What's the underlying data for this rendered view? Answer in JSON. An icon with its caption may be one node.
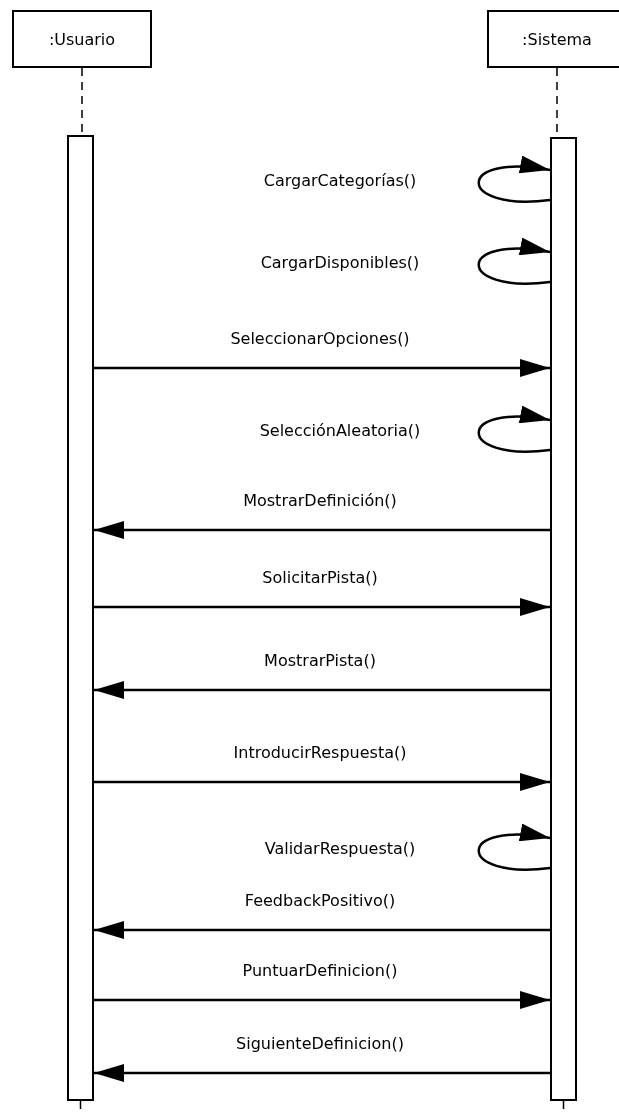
{
  "diagram": {
    "nodes": [
      {
        "text": [
          ":Usuario"
        ]
      },
      {
        "text": [
          ":Sistema"
        ]
      },
      {
        "text": [],
        "shape": "bar"
      },
      {
        "text": [],
        "shape": "bar"
      }
    ],
    "edges": [
      {
        "from": 0,
        "to": 2,
        "arrow": "none",
        "style": "dashed"
      },
      {
        "from": 1,
        "to": 3,
        "arrow": "none",
        "style": "dashed"
      },
      {
        "from": 3,
        "to": 3,
        "arrow": "to",
        "label": "CargarCategorías()"
      },
      {
        "from": 3,
        "to": 3,
        "arrow": "to",
        "label": "CargarDisponibles()"
      },
      {
        "from": 2,
        "to": 3,
        "arrow": "to",
        "label": "SeleccionarOpciones()"
      },
      {
        "from": 3,
        "to": 3,
        "arrow": "to",
        "label": "SelecciónAleatoria()"
      },
      {
        "from": 3,
        "to": 2,
        "arrow": "to",
        "label": "MostrarDefinición()"
      },
      {
        "from": 2,
        "to": 3,
        "arrow": "to",
        "label": "SolicitarPista()"
      },
      {
        "from": 3,
        "to": 2,
        "arrow": "to",
        "label": "MostrarPista()"
      },
      {
        "from": 2,
        "to": 3,
        "arrow": "to",
        "label": "IntroducirRespuesta()"
      },
      {
        "from": 3,
        "to": 3,
        "arrow": "to",
        "label": "ValidarRespuesta()"
      },
      {
        "from": 3,
        "to": 2,
        "arrow": "to",
        "label": "FeedbackPositivo()"
      },
      {
        "from": 2,
        "to": 3,
        "arrow": "to",
        "label": "PuntuarDefinicion()"
      },
      {
        "from": 3,
        "to": 2,
        "arrow": "to",
        "label": "SiguienteDefinicion()"
      }
    ]
  }
}
